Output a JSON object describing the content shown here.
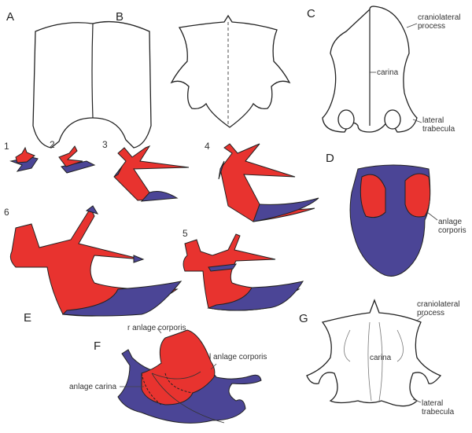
{
  "panels": {
    "A": "A",
    "B": "B",
    "C": "C",
    "D": "D",
    "E": "E",
    "F": "F",
    "G": "G"
  },
  "stages": [
    "1",
    "2",
    "3",
    "4",
    "5",
    "6"
  ],
  "annotations": {
    "c_craniolateral": [
      "craniolateral",
      "process"
    ],
    "c_carina": "carina",
    "c_lateral": [
      "lateral",
      "trabecula"
    ],
    "d_anlage": [
      "anlage",
      "corporis"
    ],
    "f_r_anlage": "r anlage corporis",
    "f_l_anlage": "l anlage corporis",
    "f_anlage_carina": "anlage carina",
    "g_craniolateral": [
      "craniolateral",
      "process"
    ],
    "g_carina": "carina",
    "g_lateral": [
      "lateral",
      "trabecula"
    ]
  },
  "colors": {
    "cartilage_red": "#e8332f",
    "bone_blue": "#4b4596"
  }
}
